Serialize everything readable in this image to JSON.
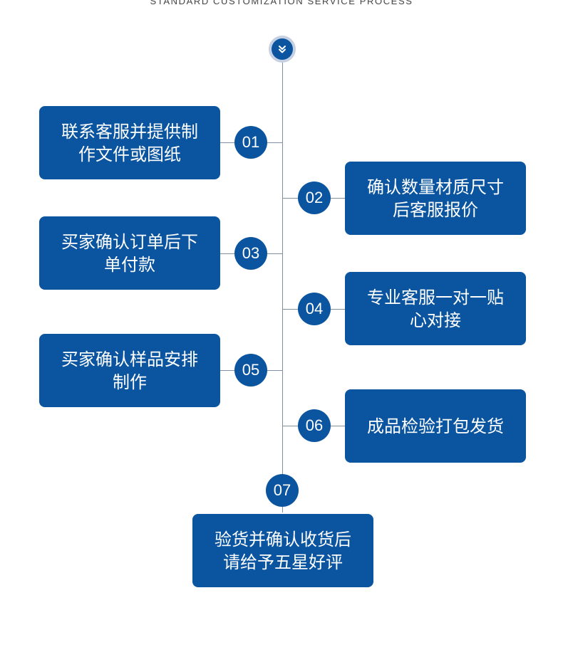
{
  "header": {
    "subtitle": "STANDARD CUSTOMIZATION SERVICE PROCESS"
  },
  "top_icon": "double-chevron-down-icon",
  "colors": {
    "accent": "#0b55a0",
    "line": "#7f8fa3",
    "ring": "#c5d0e3"
  },
  "steps": [
    {
      "number": "01",
      "text": "联系客服并提供制作文件或图纸"
    },
    {
      "number": "02",
      "text": "确认数量材质尺寸后客服报价"
    },
    {
      "number": "03",
      "text": "买家确认订单后下单付款"
    },
    {
      "number": "04",
      "text": "专业客服一对一贴心对接"
    },
    {
      "number": "05",
      "text": "买家确认样品安排制作"
    },
    {
      "number": "06",
      "text": "成品检验打包发货"
    },
    {
      "number": "07",
      "text": "验货并确认收货后请给予五星好评"
    }
  ]
}
